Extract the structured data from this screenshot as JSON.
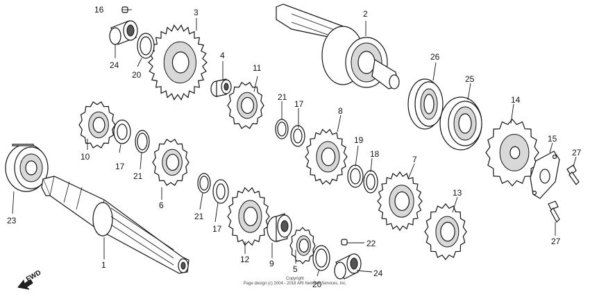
{
  "diagram": {
    "direction_label": "FWD",
    "copyright_line1": "Copyright",
    "copyright_line2": "Page design (c) 2004 - 2018 ARI Network Services, Inc.",
    "callouts": {
      "c1": "1",
      "c2": "2",
      "c3": "3",
      "c4": "4",
      "c5": "5",
      "c6": "6",
      "c7": "7",
      "c8": "8",
      "c9": "9",
      "c10": "10",
      "c11": "11",
      "c12": "12",
      "c13": "13",
      "c14": "14",
      "c15": "15",
      "c16": "16",
      "c17a": "17",
      "c17b": "17",
      "c17c": "17",
      "c18": "18",
      "c19": "19",
      "c20a": "20",
      "c20b": "20",
      "c21a": "21",
      "c21b": "21",
      "c21c": "21",
      "c22": "22",
      "c23": "23",
      "c24a": "24",
      "c24b": "24",
      "c25": "25",
      "c26": "26",
      "c27a": "27",
      "c27b": "27"
    }
  }
}
